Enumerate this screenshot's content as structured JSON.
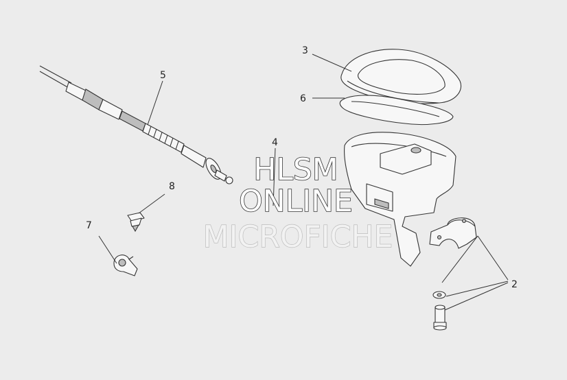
{
  "diagram": {
    "callouts": [
      {
        "id": "c3",
        "label": "3"
      },
      {
        "id": "c6",
        "label": "6"
      },
      {
        "id": "c5",
        "label": "5"
      },
      {
        "id": "c4",
        "label": "4"
      },
      {
        "id": "c8",
        "label": "8"
      },
      {
        "id": "c7",
        "label": "7"
      },
      {
        "id": "c2",
        "label": "2"
      }
    ],
    "watermark": {
      "line1": "HLSM",
      "line2": "ONLINE",
      "line3": "MICROFICHE"
    }
  },
  "colors": {
    "background": "#ececec",
    "line": "#333333",
    "watermark_fill": "#ffffff",
    "watermark_light_stroke": "#bcbcbc"
  }
}
